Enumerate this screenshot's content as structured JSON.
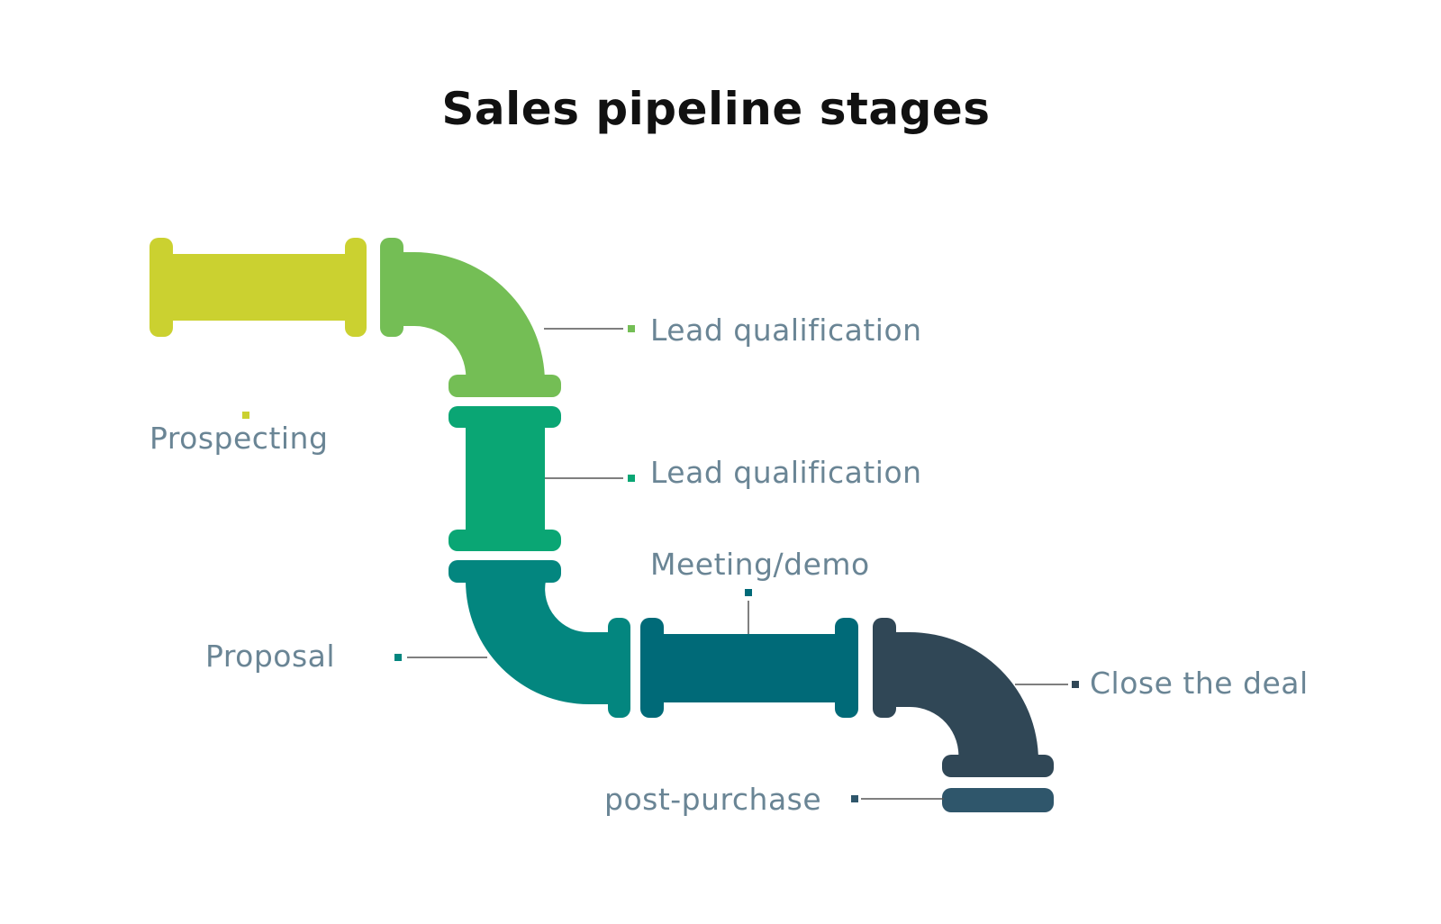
{
  "title": "Sales pipeline stages",
  "colors": {
    "label_text": "#6a8595",
    "leader_line": "#555555",
    "prospecting": "#cbd130",
    "lead_qualification_1": "#74be55",
    "lead_qualification_2": "#0aa674",
    "proposal": "#03867f",
    "meeting_demo": "#006a78",
    "close_the_deal": "#304756",
    "post_purchase": "#2f566b"
  },
  "stages": [
    {
      "label": "Prospecting"
    },
    {
      "label": "Lead qualification"
    },
    {
      "label": "Lead qualification"
    },
    {
      "label": "Proposal"
    },
    {
      "label": "Meeting/demo"
    },
    {
      "label": "Close the deal"
    },
    {
      "label": "post-purchase"
    }
  ]
}
